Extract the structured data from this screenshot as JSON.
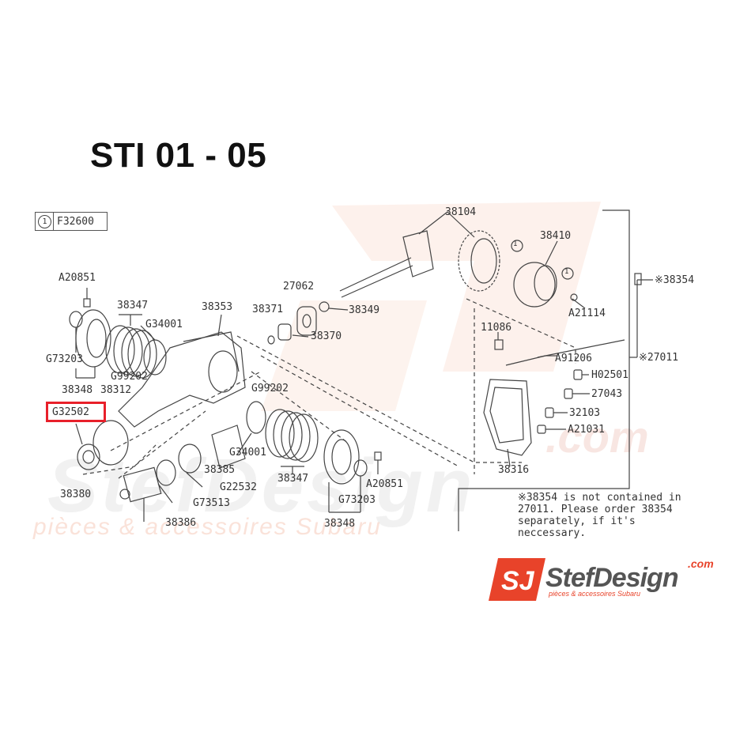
{
  "title": "STI 01 - 05",
  "ref": {
    "circle": "1",
    "code": "F32600"
  },
  "labels": {
    "l_38104": "38104",
    "l_38410": "38410",
    "l_38354": "※38354",
    "l_27062": "27062",
    "l_a20851_top": "A20851",
    "l_38347_top": "38347",
    "l_38353": "38353",
    "l_38371": "38371",
    "l_38349": "38349",
    "l_g34001_top": "G34001",
    "l_38370": "38370",
    "l_a21114": "A21114",
    "l_11086": "11086",
    "l_a91206": "A91206",
    "l_27011": "※27011",
    "l_g73203_left": "G73203",
    "l_g99202_left": "G99202",
    "l_h02501": "H02501",
    "l_38348_left": "38348",
    "l_38312": "38312",
    "l_g99202_mid": "G99202",
    "l_27043": "27043",
    "l_g32502": "G32502",
    "l_32103": "32103",
    "l_a21031": "A21031",
    "l_g34001_mid": "G34001",
    "l_38385": "38385",
    "l_g22532": "G22532",
    "l_38347_bot": "38347",
    "l_38316": "38316",
    "l_a20851_bot": "A20851",
    "l_38380": "38380",
    "l_g73513": "G73513",
    "l_g73203_bot": "G73203",
    "l_38386": "38386",
    "l_38348_bot": "38348",
    "c1_a": "1",
    "c1_b": "1"
  },
  "note": [
    "※38354 is not contained in",
    "27011. Please order 38354",
    "separately, if it's",
    "neccessary."
  ],
  "watermark": {
    "url": ".com",
    "brand": "StefDesign",
    "tagline": "pièces & accessoires Subaru"
  },
  "logo": {
    "mark": "SJ",
    "name": "StefDesign",
    "com": ".com",
    "tagline": "pièces & accessoires Subaru"
  },
  "colors": {
    "highlight": "#e8202a",
    "logo_accent": "#e8432a",
    "line": "#444444"
  }
}
